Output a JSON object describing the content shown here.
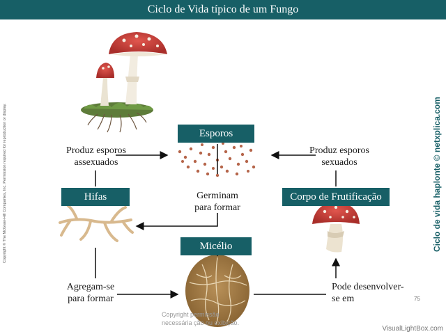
{
  "title": "Ciclo de Vida típico de um Fungo",
  "stages": {
    "esporos": "Esporos",
    "hifas": "Hifas",
    "micelio": "Micélio",
    "corpo": "Corpo de Frutificação"
  },
  "labels": {
    "assexuados_1": "Produz esporos",
    "assexuados_2": "assexuados",
    "sexuados_1": "Produz esporos",
    "sexuados_2": "sexuados",
    "germinam_1": "Germinam",
    "germinam_2": "para formar",
    "agregam_1": "Agregam-se",
    "agregam_2": "para formar",
    "pode_1": "Pode desenvolver-",
    "pode_2": "se em"
  },
  "side_title": "Ciclo de vida haplonte © netxplica.com",
  "copyright": "Copyright © The McGraw-Hill Companies, Inc. Permission required for reproduction or display.",
  "watermark_1": "Copyright              permissão",
  "watermark_2": "necessária              ção ou exibição.",
  "page_number": "75",
  "credit": "VisualLightBox.com",
  "colors": {
    "accent": "#175f66",
    "mushroom_cap": "#c9403a",
    "spore": "#b5654a"
  }
}
